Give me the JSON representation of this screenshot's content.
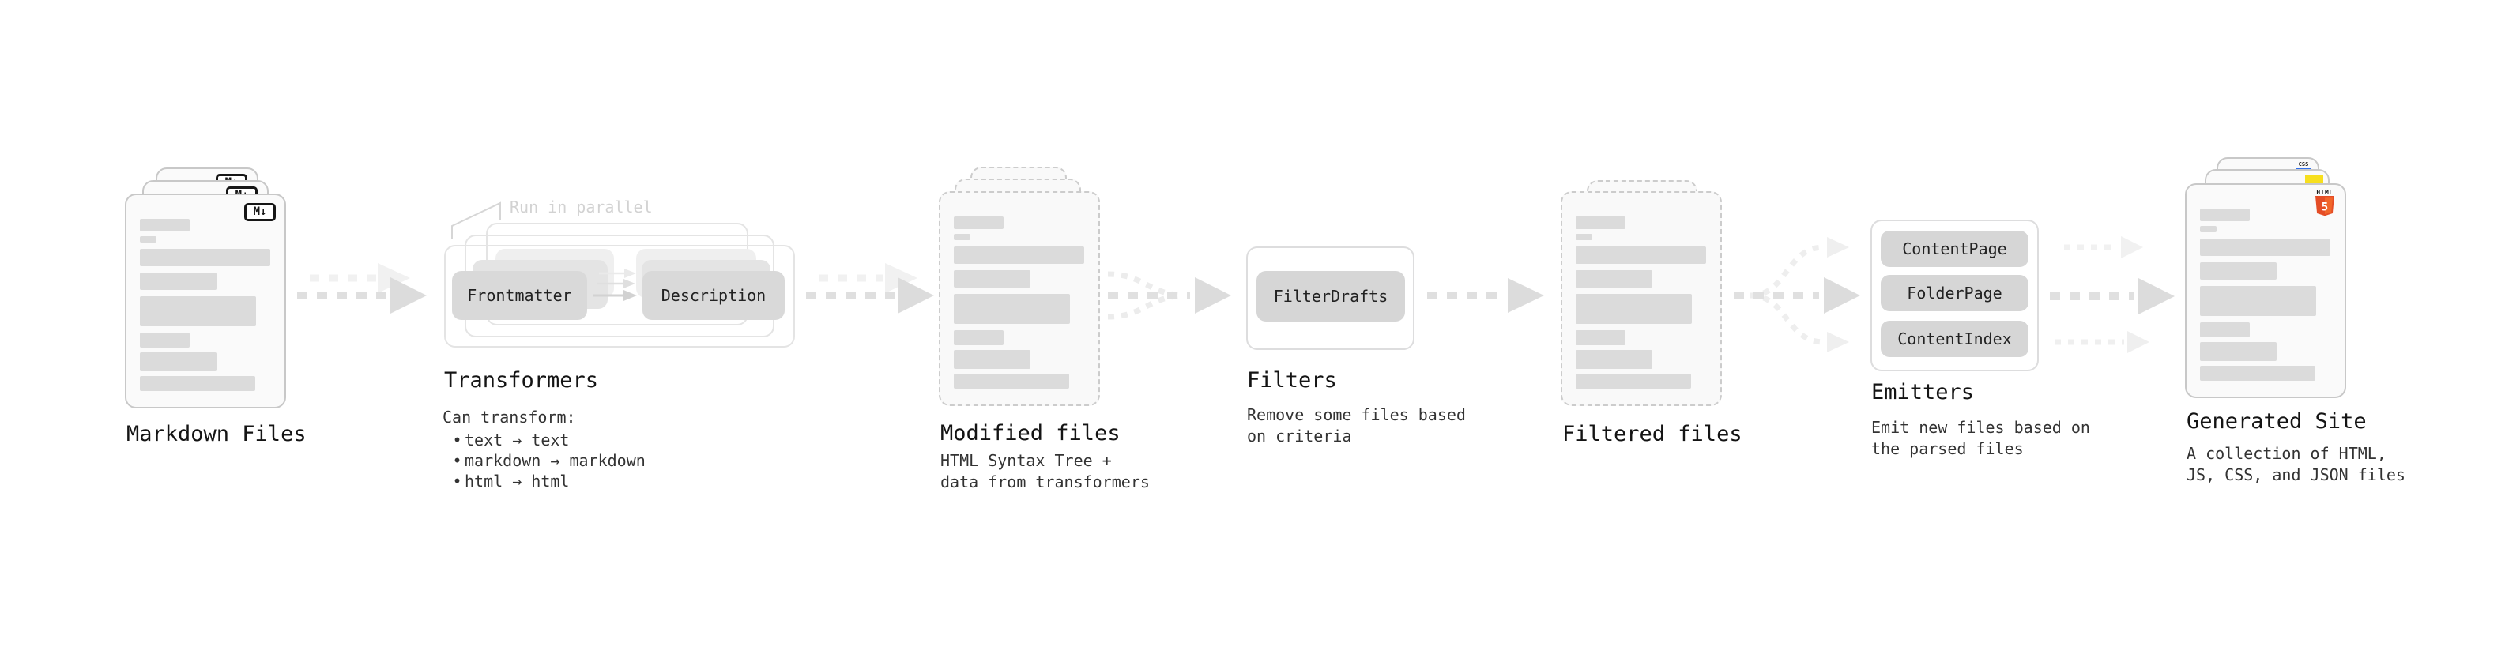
{
  "stages": {
    "markdown": {
      "label": "Markdown Files"
    },
    "transformers": {
      "label": "Transformers",
      "callout": "Run in parallel",
      "input_pill": "Frontmatter",
      "output_pill": "Description",
      "desc_title": "Can transform:",
      "bullet_glyph": "•",
      "bullets": [
        "text → text",
        "markdown → markdown",
        "html → html"
      ]
    },
    "modified": {
      "label": "Modified files",
      "desc_lines": [
        "HTML Syntax Tree +",
        "data from transformers"
      ]
    },
    "filters": {
      "label": "Filters",
      "pill": "FilterDrafts",
      "desc_lines": [
        "Remove some files based",
        "on criteria"
      ]
    },
    "filtered": {
      "label": "Filtered files"
    },
    "emitters": {
      "label": "Emitters",
      "pills": [
        "ContentPage",
        "FolderPage",
        "ContentIndex"
      ],
      "desc_lines": [
        "Emit new files based on",
        "the parsed files"
      ]
    },
    "generated": {
      "label": "Generated Site",
      "desc_lines": [
        "A collection of HTML,",
        "JS, CSS, and JSON files"
      ]
    }
  },
  "icons": {
    "markdown_badge": "M↓",
    "html5_word": "HTML",
    "html5_number": "5",
    "css_word": "CSS"
  },
  "colors": {
    "html5_orange": "#e44d26",
    "html5_orange_light": "#f16529",
    "js_yellow": "#f7df1e",
    "css_blue": "#2f6fec",
    "pill_gray": "#d9d9d9",
    "arrow_gray": "#dcdcdc"
  }
}
